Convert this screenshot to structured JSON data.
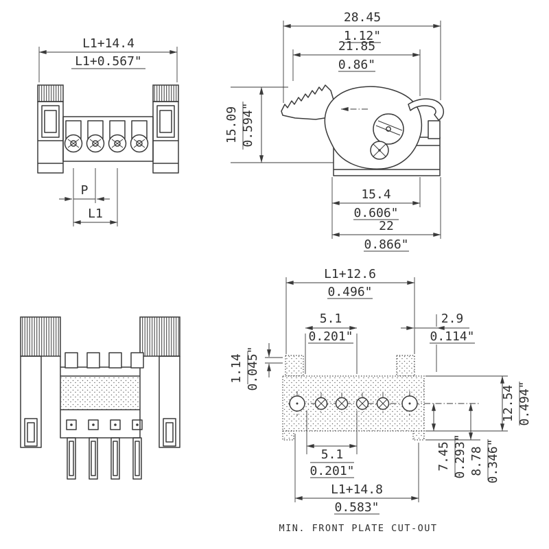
{
  "caption": "MIN. FRONT PLATE CUT-OUT",
  "front": {
    "w_mm": "L1+14.4",
    "w_in": "L1+0.567\"",
    "p": "P",
    "l1": "L1"
  },
  "side": {
    "total_mm": "28.45",
    "total_in": "1.12\"",
    "upper_mm": "21.85",
    "upper_in": "0.86\"",
    "height_mm": "15.09",
    "height_in": "0.594\"",
    "inner_mm": "15.4",
    "inner_in": "0.606\"",
    "base_mm": "22",
    "base_in": "0.866\""
  },
  "cutout": {
    "top_mm": "L1+12.6",
    "top_in": "0.496\"",
    "pitch_top_mm": "5.1",
    "pitch_top_in": "0.201\"",
    "edge_mm": "2.9",
    "edge_in": "0.114\"",
    "tab_mm": "1.14",
    "tab_in": "0.045\"",
    "height_mm": "12.54",
    "height_in": "0.494\"",
    "pitch_bottom_mm": "5.1",
    "pitch_bottom_in": "0.201\"",
    "depth1_mm": "7.45",
    "depth1_in": "0.293\"",
    "depth2_mm": "8.78",
    "depth2_in": "0.346\"",
    "bottom_mm": "L1+14.8",
    "bottom_in": "0.583\""
  }
}
